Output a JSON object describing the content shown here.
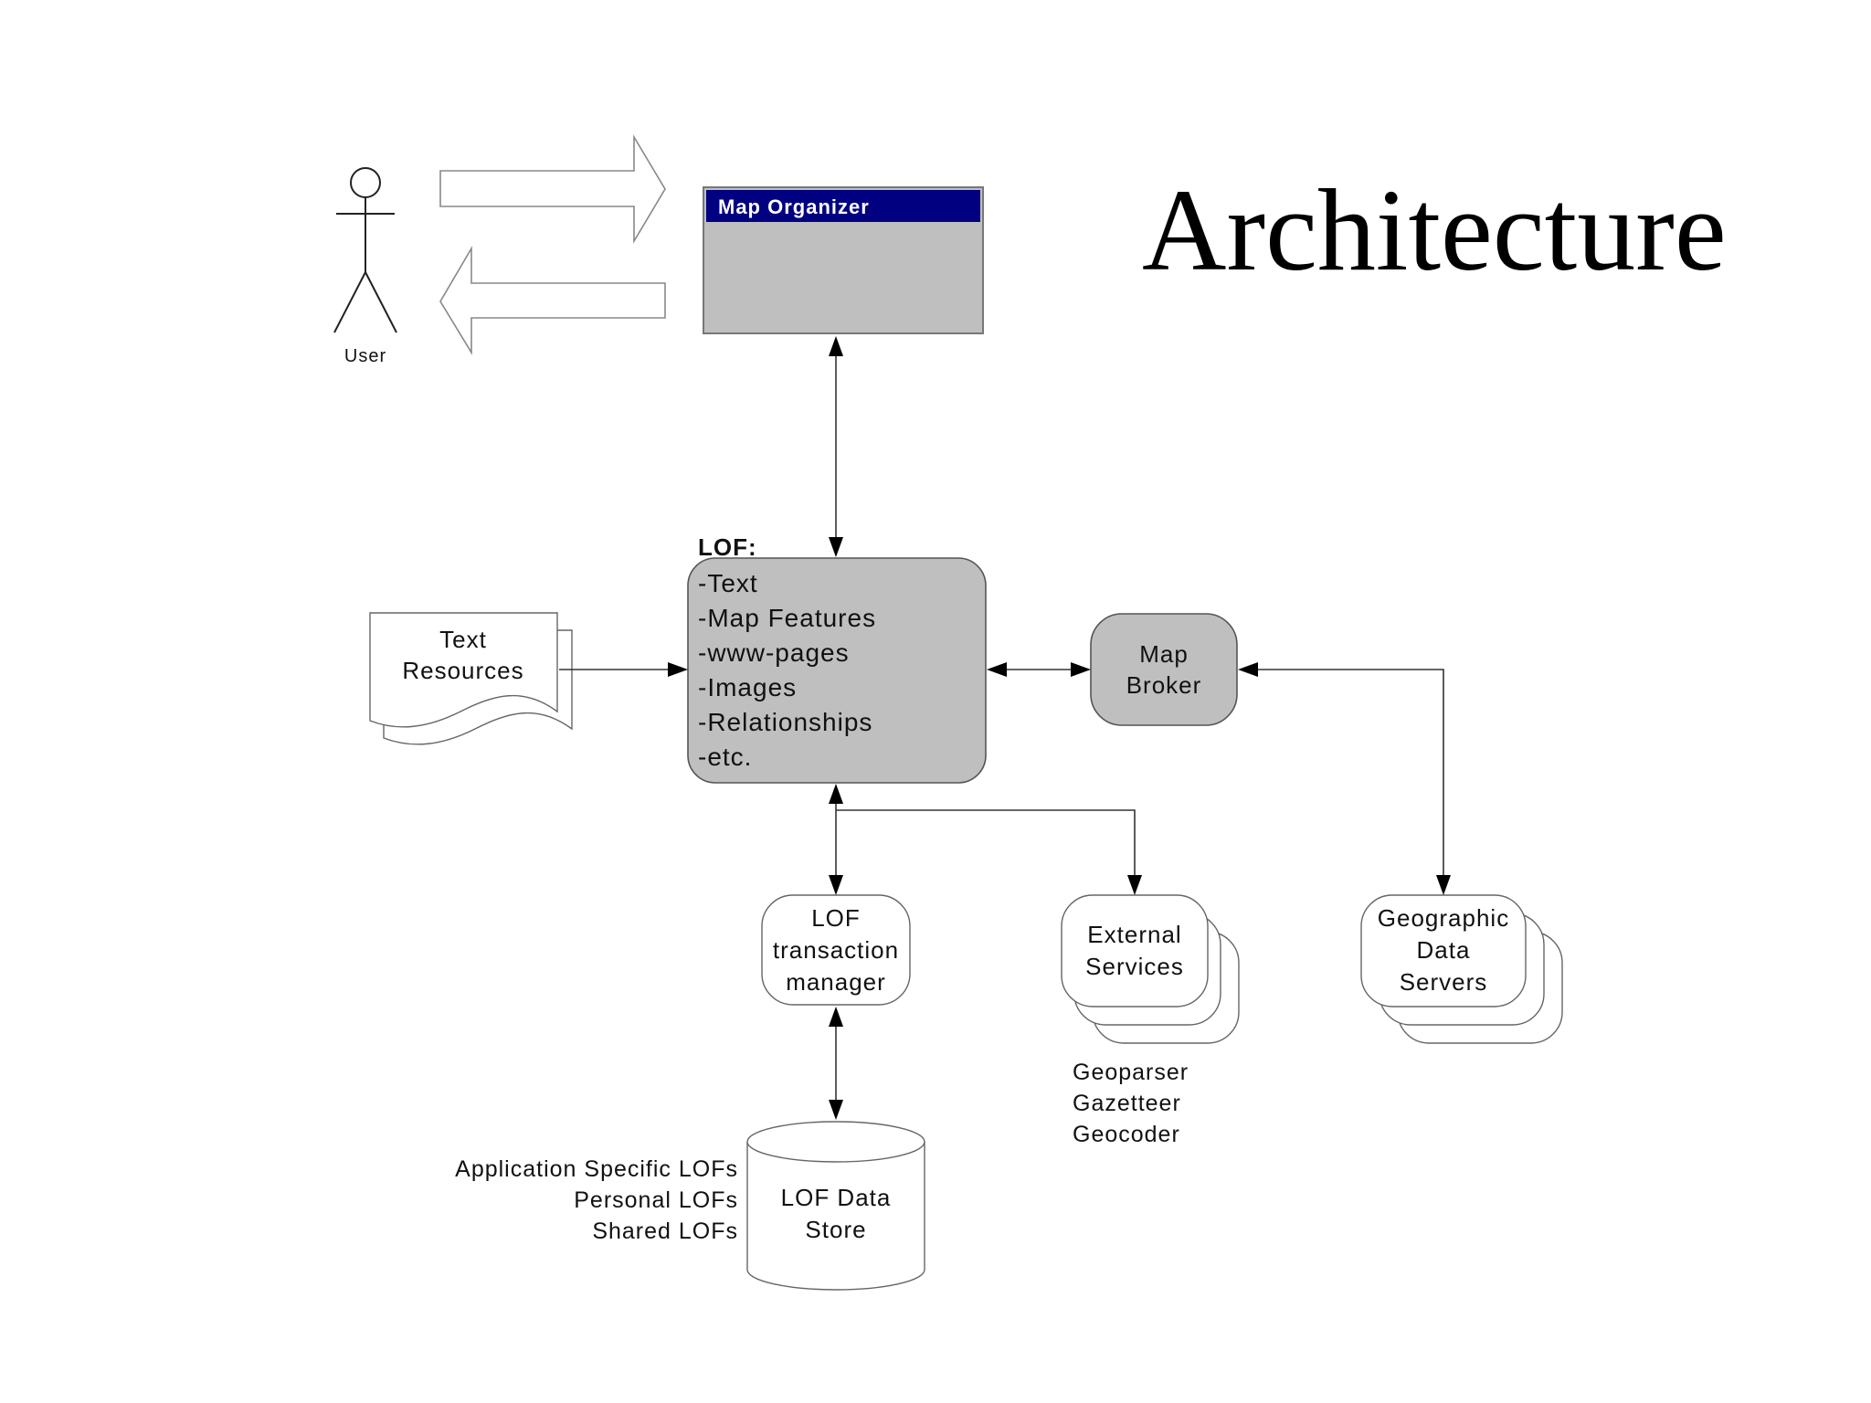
{
  "title": "Architecture",
  "user": {
    "label": "User"
  },
  "map_organizer": {
    "title": "Map Organizer"
  },
  "lof": {
    "heading": "LOF:",
    "items": [
      "-Text",
      "-Map Features",
      "-www-pages",
      "-Images",
      "-Relationships",
      "-etc."
    ]
  },
  "text_resources": {
    "lines": [
      "Text",
      "Resources"
    ]
  },
  "map_broker": {
    "lines": [
      "Map",
      "Broker"
    ]
  },
  "lof_transaction_manager": {
    "lines": [
      "LOF",
      "transaction",
      "manager"
    ]
  },
  "external_services": {
    "lines": [
      "External",
      "Services"
    ],
    "notes": [
      "Geoparser",
      "Gazetteer",
      "Geocoder"
    ]
  },
  "geographic_data_servers": {
    "lines": [
      "Geographic",
      "Data",
      "Servers"
    ]
  },
  "lof_data_store": {
    "lines": [
      "LOF Data",
      "Store"
    ],
    "notes": [
      "Application Specific LOFs",
      "Personal LOFs",
      "Shared LOFs"
    ]
  },
  "colors": {
    "node_fill": "#bfbfbf",
    "titlebar": "#000080",
    "titlebar_text": "#ffffff",
    "stroke": "#555555"
  }
}
